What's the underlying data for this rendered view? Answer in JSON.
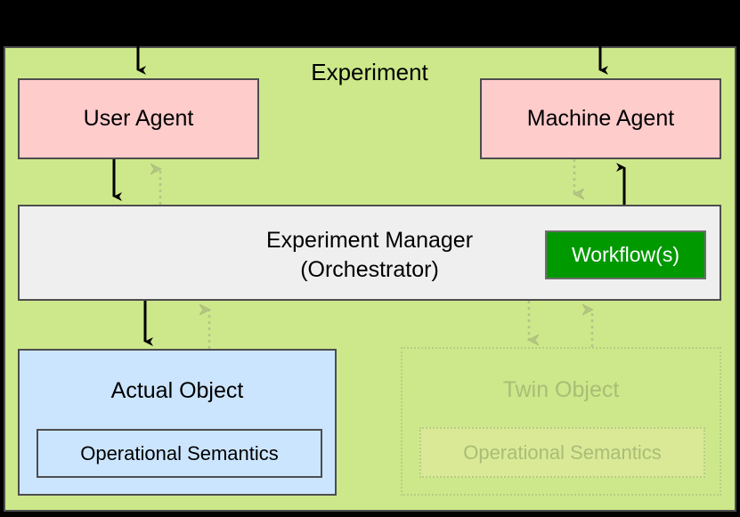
{
  "diagram": {
    "title": "Experiment",
    "nodes": {
      "user_agent": "User Agent",
      "machine_agent": "Machine Agent",
      "experiment_manager_line1": "Experiment Manager",
      "experiment_manager_line2": "(Orchestrator)",
      "workflows": "Workflow(s)",
      "actual_object": "Actual Object",
      "actual_object_inner": "Operational Semantics",
      "twin_object": "Twin Object",
      "twin_object_inner": "Operational Semantics"
    },
    "colors": {
      "experiment_background": "#CDE88A",
      "agent_fill": "#FFCCCC",
      "manager_fill": "#EFEFEF",
      "workflow_fill": "#009900",
      "workflow_text": "#FFFFFF",
      "actual_object_fill": "#CCE5FF",
      "twin_object_fill": "#D9E996",
      "twin_object_text": "#A9BD78",
      "border": "#4D4D4D",
      "solid_arrow": "#000000",
      "dotted_arrow": "#A9BD78",
      "canvas_background": "#000000"
    },
    "edges": [
      {
        "name": "external-to-user-agent",
        "style": "solid",
        "direction": "down"
      },
      {
        "name": "external-to-machine-agent",
        "style": "solid",
        "direction": "down"
      },
      {
        "name": "user-agent-to-manager",
        "style": "solid",
        "direction": "down"
      },
      {
        "name": "manager-to-user-agent",
        "style": "dotted",
        "direction": "up"
      },
      {
        "name": "manager-to-machine-agent",
        "style": "dotted",
        "direction": "down"
      },
      {
        "name": "machine-agent-to-manager",
        "style": "solid",
        "direction": "up"
      },
      {
        "name": "manager-to-actual-object",
        "style": "solid",
        "direction": "down"
      },
      {
        "name": "actual-object-to-manager",
        "style": "dotted",
        "direction": "up"
      },
      {
        "name": "manager-to-twin-object",
        "style": "dotted",
        "direction": "down"
      },
      {
        "name": "twin-object-to-manager",
        "style": "dotted",
        "direction": "up"
      }
    ]
  }
}
